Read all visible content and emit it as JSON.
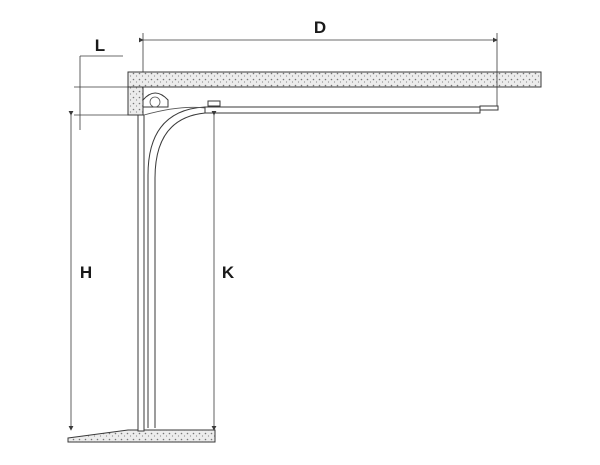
{
  "labels": {
    "D": "D",
    "L": "L",
    "H": "H",
    "K": "K"
  },
  "colors": {
    "line": "#3a3a3a",
    "concrete_fill": "#e9e9e9",
    "concrete_dots": "#777777",
    "background": "#ffffff"
  }
}
